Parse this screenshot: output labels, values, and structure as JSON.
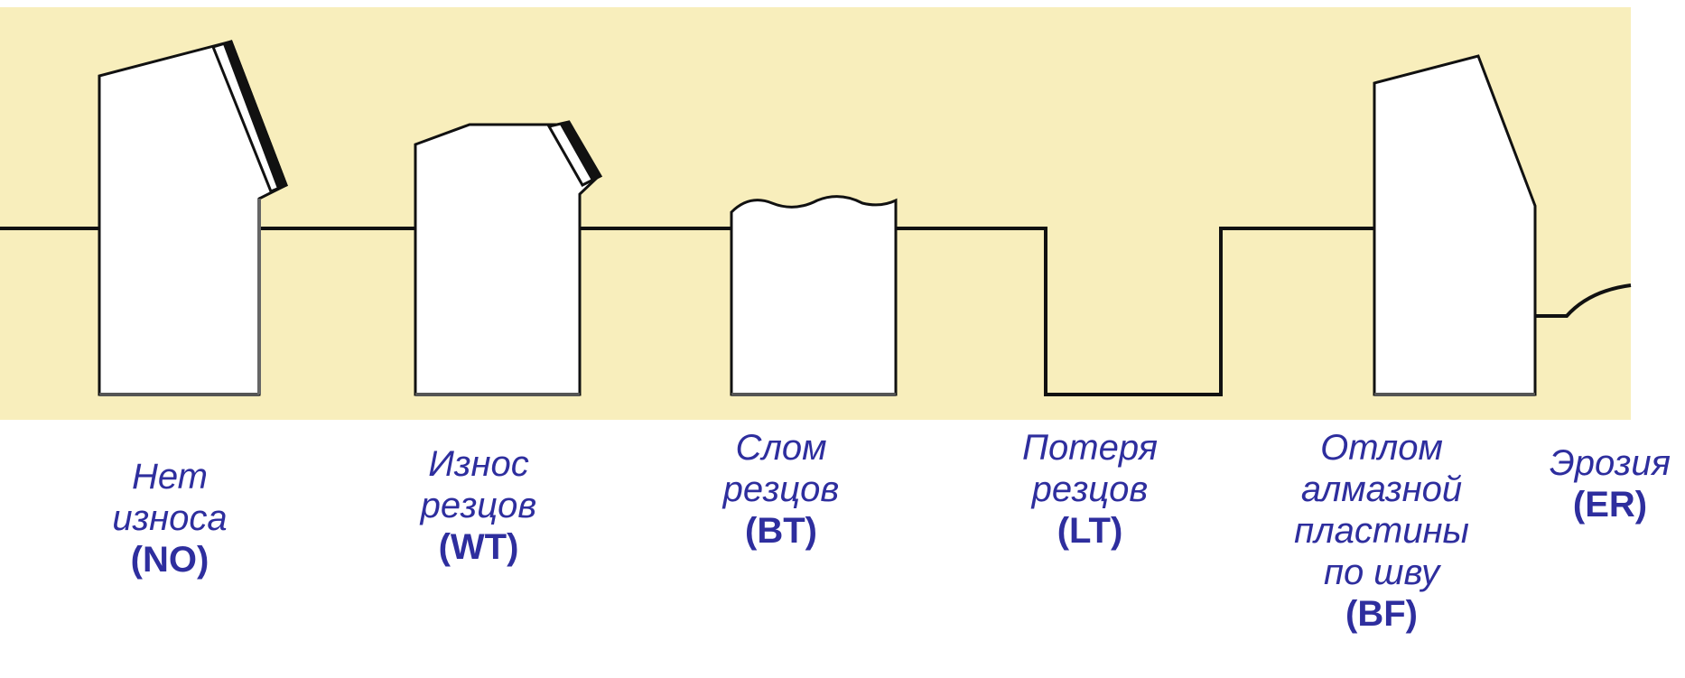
{
  "colors": {
    "background_band": "#f8eebc",
    "cutter_fill": "#ffffff",
    "outline": "#111111",
    "caption_text": "#2e2e9e"
  },
  "cutters": [
    {
      "condition": "Нет\nизноса",
      "code": "(NO)",
      "icon": "intact-cutter"
    },
    {
      "condition": "Износ\nрезцов",
      "code": "(WT)",
      "icon": "worn-cutter"
    },
    {
      "condition": "Слом\nрезцов",
      "code": "(BT)",
      "icon": "broken-cutter"
    },
    {
      "condition": "Потеря\nрезцов",
      "code": "(LT)",
      "icon": "lost-cutter"
    },
    {
      "condition": "Отлом\nалмазной\nпластины\nпо шву",
      "code": "(BF)",
      "icon": "bond-failure-cutter"
    },
    {
      "condition": "Эрозия",
      "code": "(ER)",
      "icon": "erosion-cutter"
    }
  ]
}
